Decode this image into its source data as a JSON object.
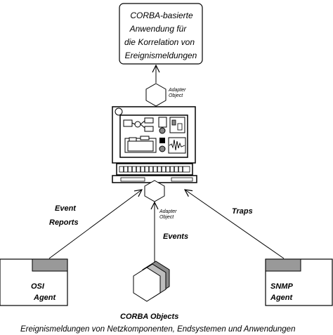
{
  "top_box": {
    "lines": [
      "CORBA-basierte",
      "Anwendung für",
      "die Korrelation von",
      "Ereignismeldungen"
    ]
  },
  "adapter_top": {
    "line1": "Adapter",
    "line2": "Object"
  },
  "adapter_bottom": {
    "line1": "Adapter",
    "line2": "Object"
  },
  "labels": {
    "event_reports_1": "Event",
    "event_reports_2": "Reports",
    "traps": "Traps",
    "events": "Events"
  },
  "osi_agent": {
    "line1": "OSI",
    "line2": "Agent"
  },
  "snmp_agent": {
    "line1": "SNMP",
    "line2": "Agent"
  },
  "corba_objects": {
    "label": "CORBA Objects"
  },
  "caption": "Ereignismeldungen von Netzkomponenten, Endsystemen und Anwendungen",
  "colors": {
    "agent_tab": "#999999",
    "corba_back": "#8a8a8a",
    "line": "#000000"
  }
}
